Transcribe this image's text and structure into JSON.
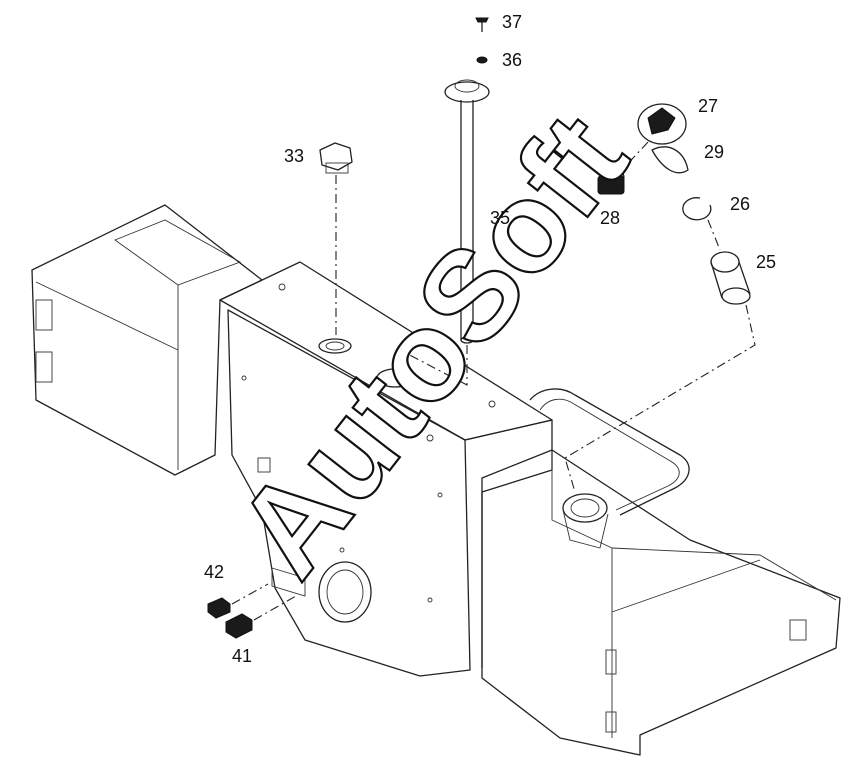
{
  "watermark": "AutoSoft",
  "parts": [
    {
      "id": "label-37",
      "number": "37"
    },
    {
      "id": "label-36",
      "number": "36"
    },
    {
      "id": "label-27",
      "number": "27"
    },
    {
      "id": "label-29",
      "number": "29"
    },
    {
      "id": "label-33",
      "number": "33"
    },
    {
      "id": "label-35",
      "number": "35"
    },
    {
      "id": "label-28",
      "number": "28"
    },
    {
      "id": "label-26",
      "number": "26"
    },
    {
      "id": "label-25",
      "number": "25"
    },
    {
      "id": "label-42",
      "number": "42"
    },
    {
      "id": "label-41",
      "number": "41"
    }
  ]
}
